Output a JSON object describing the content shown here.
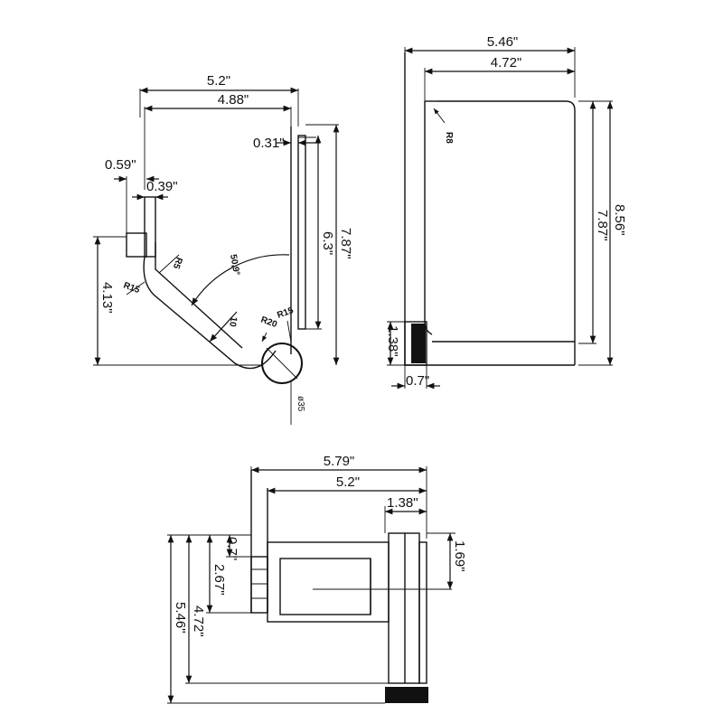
{
  "side_view": {
    "overall_width": "5.2\"",
    "inner_width": "4.88\"",
    "wall_thickness": "0.31\"",
    "mount_depth": "0.59\"",
    "mount_inner": "0.39\"",
    "height_outer": "7.87\"",
    "height_inner": "6.3\"",
    "spout_height": "4.13\"",
    "angle": "50,9°",
    "radius_r5": "R5",
    "radius_r15_left": "R15",
    "radius_r15_right": "R15",
    "radius_r20": "R20",
    "length_10": "10",
    "diameter": "ø35"
  },
  "front_view": {
    "overall_width": "5.46\"",
    "inner_width": "4.72\"",
    "radius": "R8",
    "height_outer": "8.56\"",
    "height_inner": "7.87\"",
    "base_height": "1.38\"",
    "base_width": "0.7\""
  },
  "top_view": {
    "overall_width": "5.79\"",
    "body_width": "5.2\"",
    "handle_width": "1.38\"",
    "depth_small": "0.7\"",
    "depth_mid": "2.67\"",
    "depth_inner": "4.72\"",
    "depth_outer": "5.46\"",
    "offset": "1.69\""
  }
}
